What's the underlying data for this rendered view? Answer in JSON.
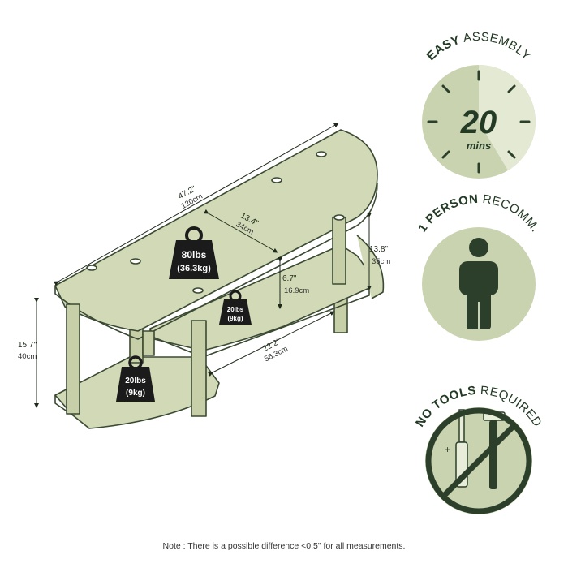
{
  "dimensions": {
    "length": {
      "in": "47.2\"",
      "cm": "120cm"
    },
    "depth": {
      "in": "13.4\"",
      "cm": "34cm"
    },
    "shelf_height": {
      "in": "13.8\"",
      "cm": "35cm"
    },
    "shelf_gap": {
      "in": "6.7\"",
      "cm": "16.9cm"
    },
    "inner_width": {
      "in": "22.2\"",
      "cm": "56.3cm"
    },
    "total_height": {
      "in": "15.7\"",
      "cm": "40cm"
    }
  },
  "weights": {
    "top": {
      "lbs": "80lbs",
      "kg": "(36.3kg)"
    },
    "middle": {
      "lbs": "20lbs",
      "kg": "(9kg)"
    },
    "bottom": {
      "lbs": "20lbs",
      "kg": "(9kg)"
    }
  },
  "badges": {
    "assembly": {
      "bold": "EASY",
      "rest": "ASSEMBLY",
      "number": "20",
      "unit": "mins"
    },
    "person": {
      "bold": "1 PERSON",
      "rest": "RECOMM."
    },
    "tools": {
      "bold": "NO TOOLS",
      "rest": "REQUIRED"
    }
  },
  "colors": {
    "wood": "#d1d9b6",
    "outline": "#3b4a33",
    "badge_bg": "#c9d3b0",
    "dark": "#2b3f2a"
  },
  "note": "Note : There is a possible difference <0.5\" for all measurements."
}
